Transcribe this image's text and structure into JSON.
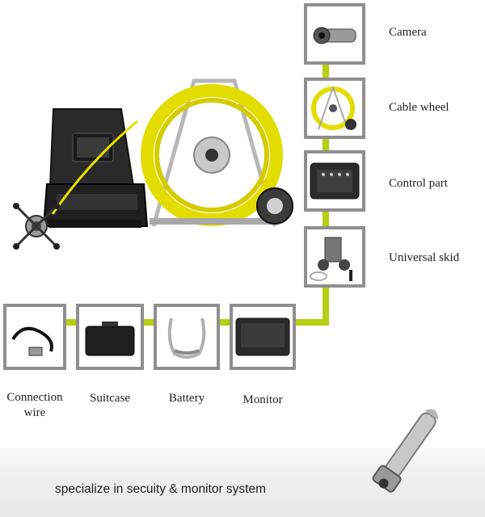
{
  "components": {
    "camera": "Camera",
    "cable_wheel": "Cable wheel",
    "control_part": "Control part",
    "universal_skid": "Universal skid",
    "monitor": "Monitor",
    "battery": "Battery",
    "suitcase": "Suitcase",
    "connection_wire_line1": "Connection",
    "connection_wire_line2": "wire"
  },
  "tagline": "specialize in secuity & monitor system",
  "colors": {
    "connector": "#b5cf12",
    "frame": "#8f8f8f",
    "cable": "#e8e000"
  }
}
